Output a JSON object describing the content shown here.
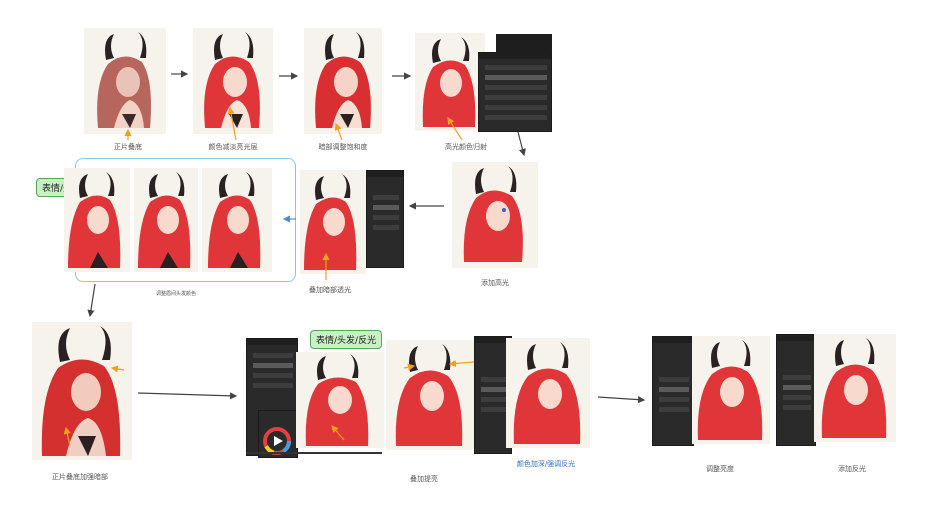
{
  "steps": {
    "s1": {
      "caption": "正片叠底"
    },
    "s2": {
      "caption": "颜色减淡亮光层"
    },
    "s3": {
      "caption": "暗部调整饱和度"
    },
    "s4": {
      "caption": "高光颜色归射"
    },
    "s5": {
      "caption": "添加高光"
    },
    "s6": {
      "caption": "叠加暗部透光"
    },
    "s7": {
      "caption": "调整眉间头发颜色"
    },
    "s8": {
      "caption": "正片叠底加强暗部"
    },
    "s9": {
      "caption": "叠加提亮"
    },
    "s10": {
      "caption": "颜色加深/强调反光"
    },
    "s11": {
      "caption": "调整亮度"
    },
    "s12": {
      "caption": "添加反光"
    }
  },
  "tags": {
    "t1": "表情/头发",
    "t2": "表情/头发/反光"
  },
  "colors": {
    "hair": "#e0363a",
    "hair_muted": "#b7665e",
    "skin": "#f7d9cd",
    "horn": "#2a2222",
    "arrow": "#444444",
    "marker": "#f0a020"
  }
}
